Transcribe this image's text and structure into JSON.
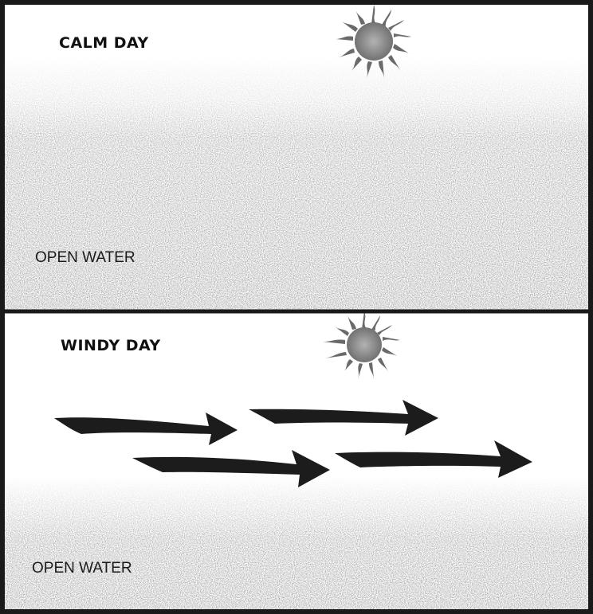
{
  "panels": {
    "calm": {
      "title": "CALM DAY",
      "water_label": "OPEN WATER"
    },
    "windy": {
      "title": "WINDY DAY",
      "water_label": "OPEN WATER"
    }
  },
  "icons": {
    "sun": "sun-icon",
    "wind_arrow": "arrow-right-icon"
  },
  "colors": {
    "border": "#1a1a1a",
    "stipple": "#9a9a9a",
    "arrow": "#1c1c1c",
    "sun": "#8a8a8a"
  }
}
